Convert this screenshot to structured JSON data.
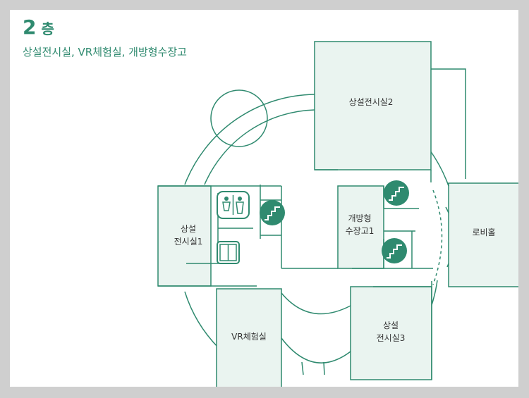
{
  "header": {
    "floor_number": "2",
    "floor_unit": "층",
    "subtitle": "상설전시실, VR체험실, 개방형수장고"
  },
  "rooms": {
    "gallery1_line1": "상설",
    "gallery1_line2": "전시실1",
    "gallery2": "상설전시실2",
    "gallery3_line1": "상설",
    "gallery3_line2": "전시실3",
    "storage_line1": "개방형",
    "storage_line2": "수장고1",
    "lobby": "로비홀",
    "vr": "VR체험실"
  },
  "icons": {
    "restroom": "restroom-icon",
    "stairs": "stairs-icon",
    "elevator": "elevator-icon"
  },
  "colors": {
    "wall": "#2f8a6f",
    "room_fill": "#eaf4f0",
    "icon_fill": "#2f8a6f",
    "text": "#333333",
    "title": "#2f8a6f"
  }
}
